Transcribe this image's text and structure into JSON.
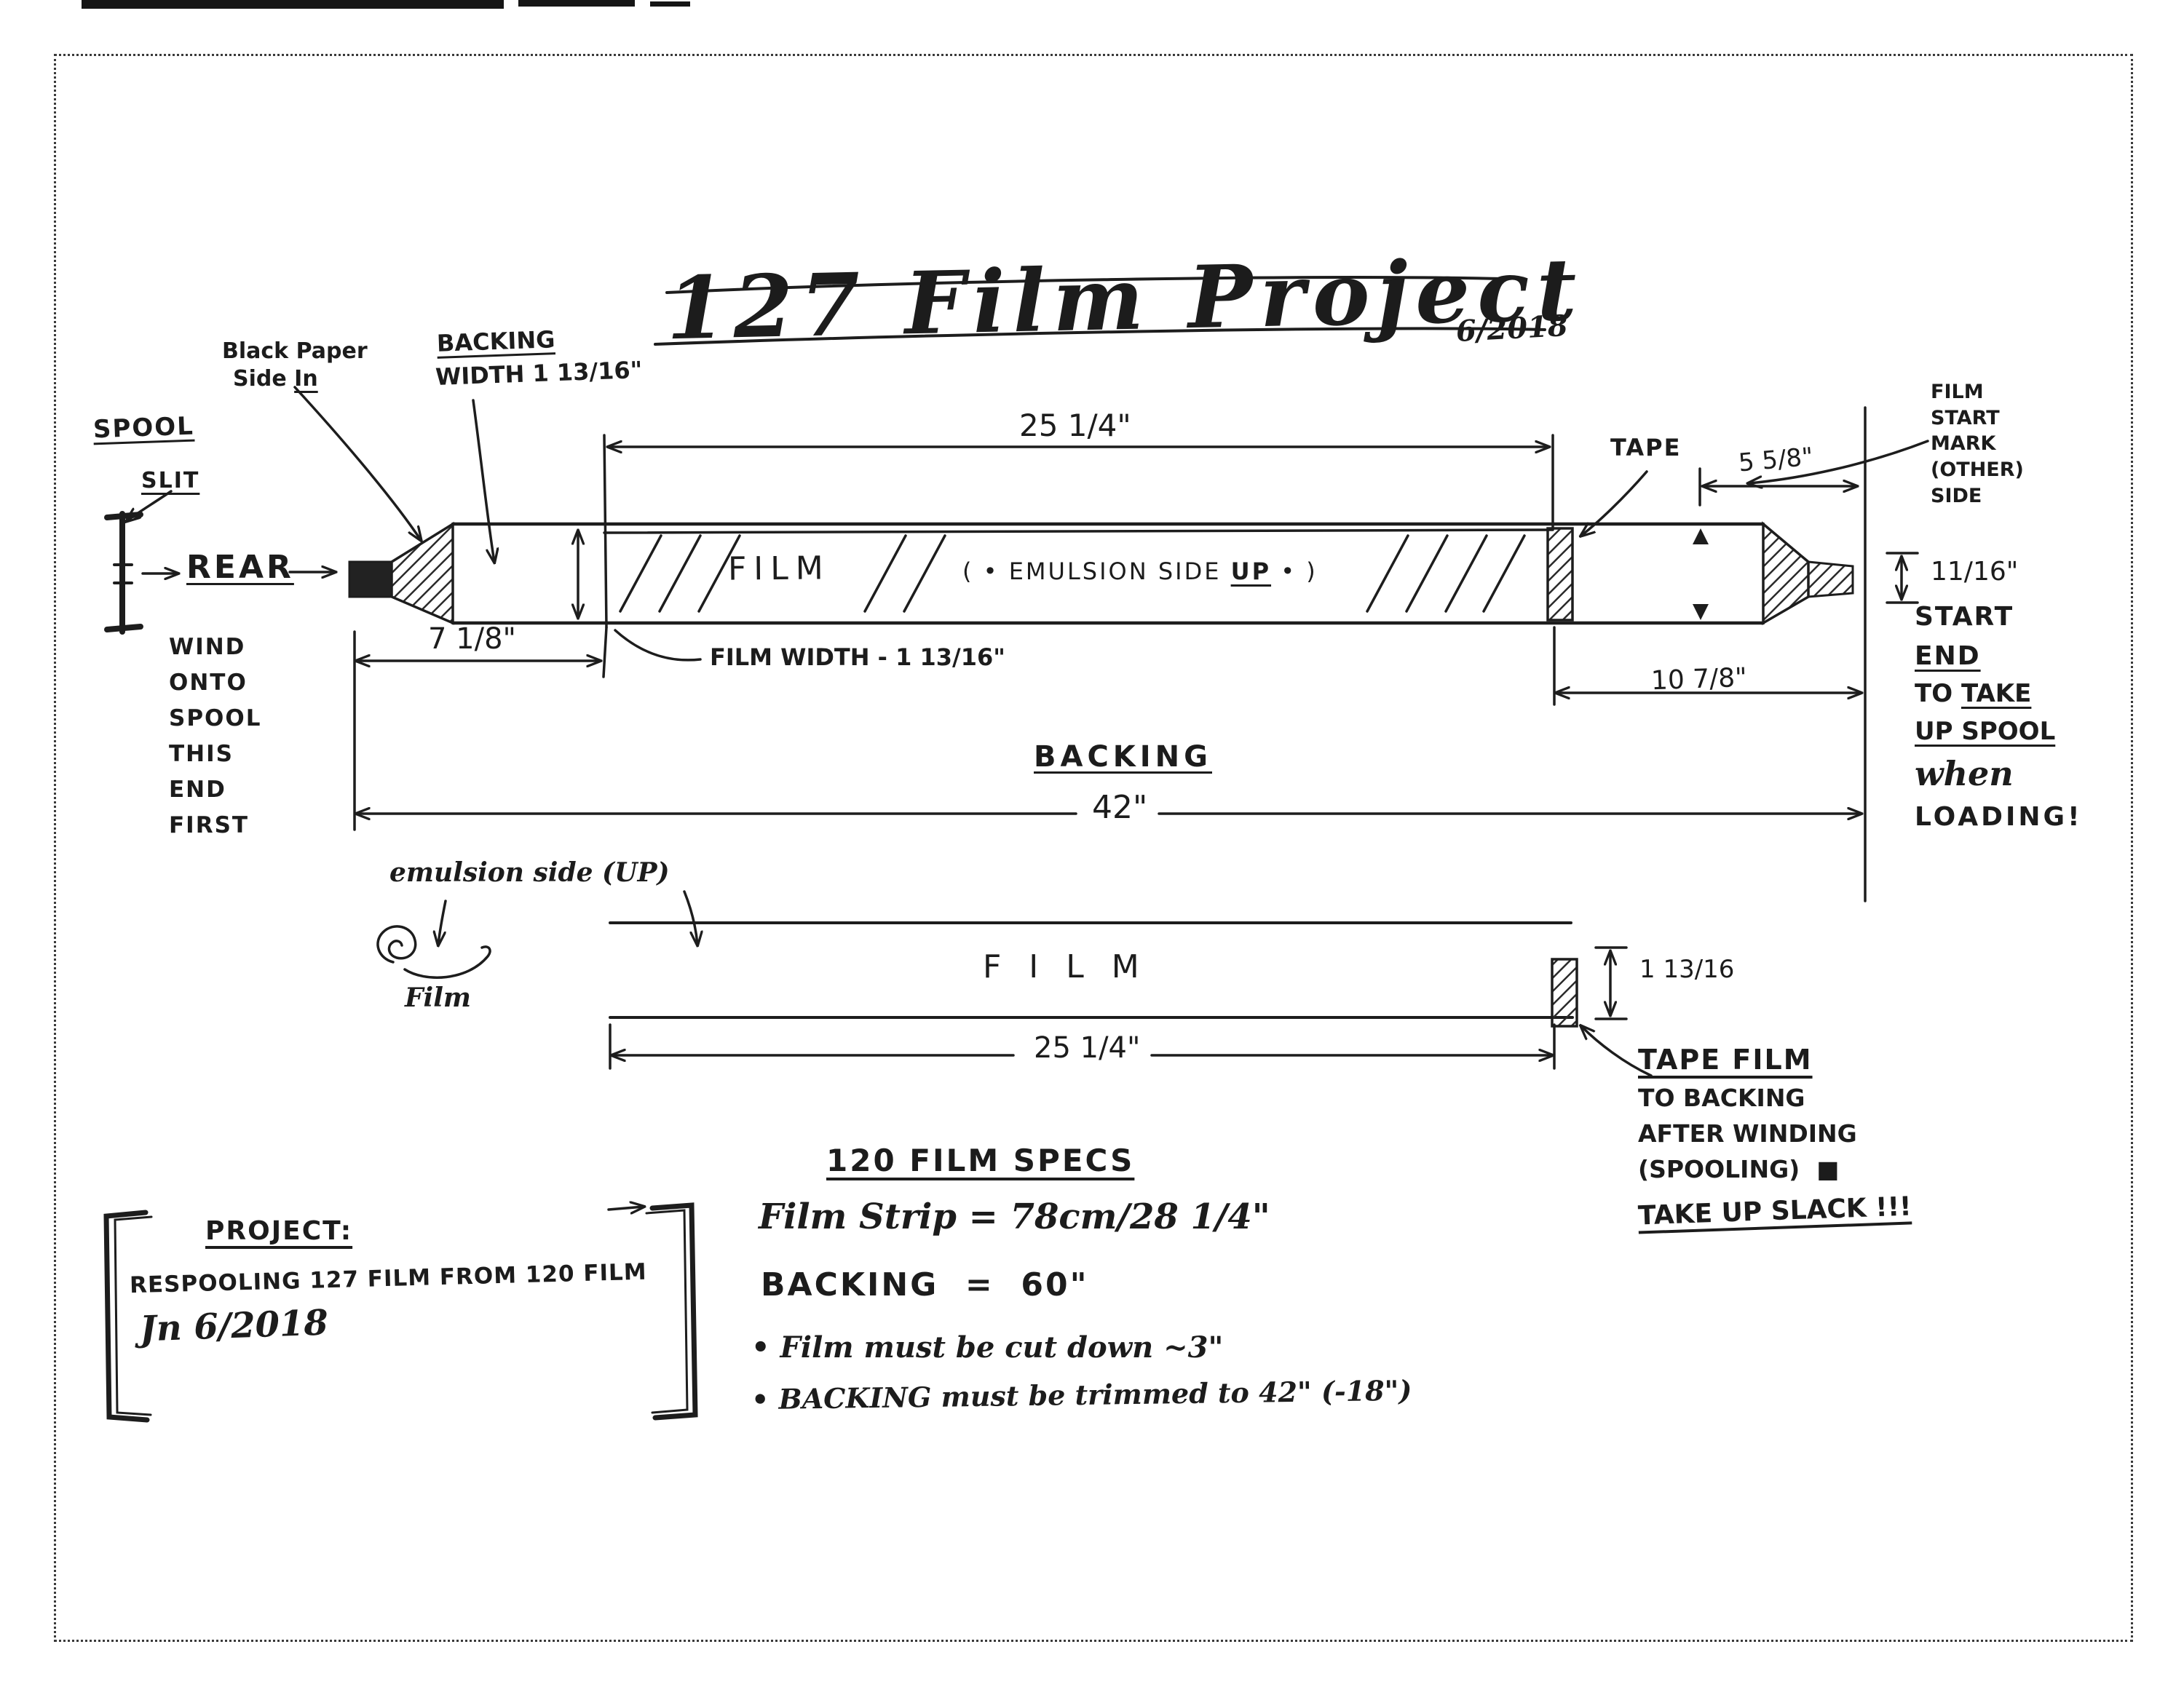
{
  "title": {
    "text": "127 Film Project",
    "date": "6/2018"
  },
  "spool_area": {
    "spool": "SPOOL",
    "slit": "SLIT",
    "rear": "REAR",
    "wind": [
      "WIND",
      "ONTO",
      "SPOOL",
      "THIS",
      "END",
      "FIRST"
    ]
  },
  "callouts": {
    "black_paper_1": "Black Paper",
    "black_paper_2a": "Side ",
    "black_paper_2b": "In",
    "backing_width_1": "BACKING",
    "backing_width_2": "WIDTH 1 13/16\"",
    "tape": "TAPE",
    "film_start_mark": [
      "FILM",
      "START",
      "MARK",
      "(OTHER)",
      "SIDE"
    ],
    "film_width": "FILM WIDTH - 1 13/16\""
  },
  "strip": {
    "film": "FILM",
    "emulsion_pre": "( • EMULSION SIDE ",
    "emulsion_up": "UP",
    "emulsion_post": " • )",
    "backing": "BACKING"
  },
  "dims": {
    "film_len_top": "25 1/4\"",
    "lead_in": "7 1/8\"",
    "tail": "5 5/8\"",
    "lead_out": "10 7/8\"",
    "backing_len": "42\"",
    "tab_width": "11/16\"",
    "film_len_bottom": "25 1/4\"",
    "film_width": "1 13/16"
  },
  "start_end_note": {
    "l1": "START",
    "l2": "END",
    "l3a": "TO ",
    "l3b": "TAKE",
    "l4": "UP SPOOL",
    "l5": "when",
    "l6": "LOADING!"
  },
  "film_diagram": {
    "emulsion_side": "emulsion side (UP)",
    "curl_label": "Film",
    "film": "FILM",
    "tape_note": [
      "TAPE FILM",
      "TO BACKING",
      "AFTER WINDING",
      "(SPOOLING)  ■",
      "TAKE UP SLACK !!!"
    ]
  },
  "specs": {
    "heading": "120 FILM SPECS",
    "film_strip": "Film Strip = 78cm/28 1/4\"",
    "backing": "BACKING  =  60\"",
    "bullet_1": "• Film must be cut down ~3\"",
    "bullet_2": "• BACKING must be trimmed to 42\" (-18\")"
  },
  "project": {
    "heading": "PROJECT:",
    "line": "RESPOOLING 127 FILM FROM 120 FILM",
    "signature": "Jn 6/2018"
  }
}
